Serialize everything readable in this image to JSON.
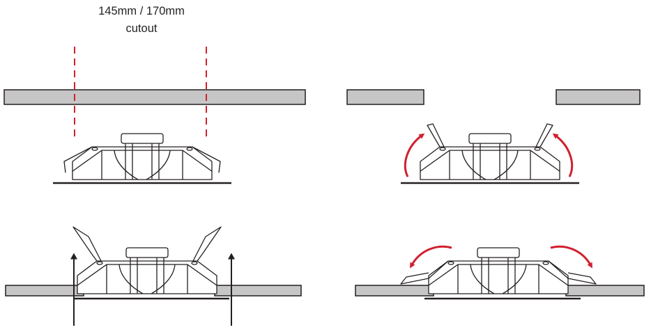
{
  "diagram": {
    "cutout_label_line1": "145mm / 170mm",
    "cutout_label_line2": "cutout",
    "colors": {
      "panel_fill": "#c6c6c6",
      "outline": "#231f20",
      "cut_line": "#d0202e",
      "rotate_arrow": "#d0202e",
      "push_arrow": "#231f20"
    },
    "steps": [
      {
        "name": "mark-cutout",
        "icon": "speaker-closed-clips"
      },
      {
        "name": "open-clips",
        "icon": "speaker-clips-rotating-up"
      },
      {
        "name": "insert-speaker",
        "icon": "speaker-pushed-into-ceiling"
      },
      {
        "name": "lock-clips",
        "icon": "speaker-clips-rotating-down"
      }
    ]
  }
}
